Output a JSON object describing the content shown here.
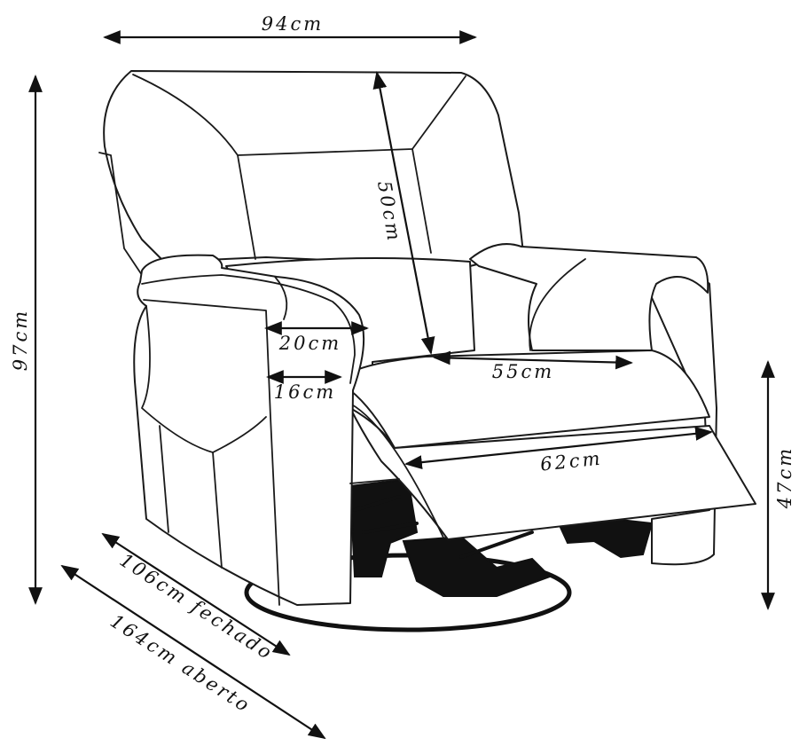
{
  "dimensions": {
    "width": "94cm",
    "height": "97cm",
    "backrest": "50cm",
    "seat_width": "55cm",
    "arm_top": "20cm",
    "arm_bottom": "16cm",
    "footrest": "62cm",
    "seat_height": "47cm",
    "depth_closed": "106cm fechado",
    "depth_open": "164cm aberto"
  },
  "colors": {
    "ink": "#111111",
    "background": "#ffffff"
  }
}
